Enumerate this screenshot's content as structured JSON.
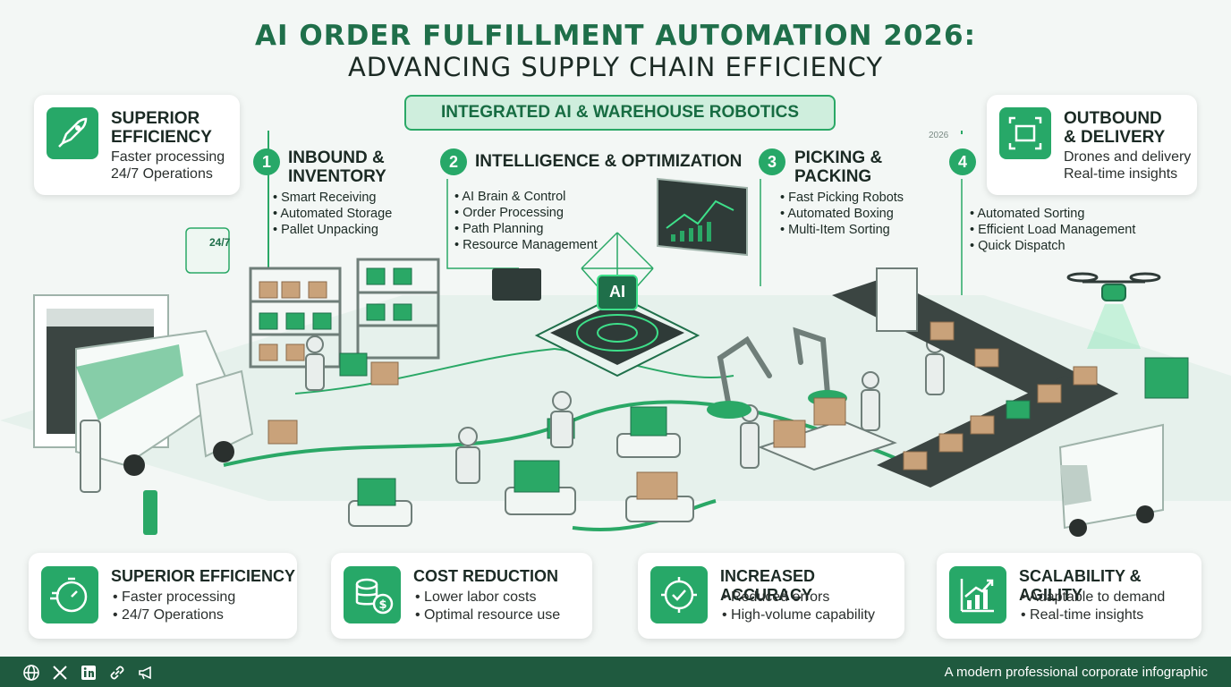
{
  "header": {
    "title_line1": "AI ORDER FULFILLMENT AUTOMATION 2026:",
    "title_line2": "ADVANCING SUPPLY CHAIN EFFICIENCY"
  },
  "banner": {
    "label": "INTEGRATED AI & WAREHOUSE ROBOTICS"
  },
  "top_left_card": {
    "title_line1": "SUPERIOR",
    "title_line2": "EFFICIENCY",
    "lines": [
      "Faster processing",
      "24/7 Operations"
    ],
    "icon": "rocket-icon"
  },
  "top_right_card": {
    "title_line1": "OUTBOUND",
    "title_line2": "& DELIVERY",
    "lines": [
      "Drones and delivery",
      "Real-time insights"
    ],
    "icon": "package-scan-icon"
  },
  "steps": [
    {
      "number": "1",
      "title_line1": "INBOUND &",
      "title_line2": "INVENTORY",
      "bullets": [
        "Smart Receiving",
        "Automated Storage",
        "Pallet Unpacking"
      ]
    },
    {
      "number": "2",
      "title_line1": "INTELLIGENCE & OPTIMIZATION",
      "title_line2": "",
      "bullets": [
        "AI Brain & Control",
        "Order Processing",
        "Path Planning",
        "Resource Management"
      ]
    },
    {
      "number": "3",
      "title_line1": "PICKING &",
      "title_line2": "PACKING",
      "bullets": [
        "Fast Picking Robots",
        "Automated Boxing",
        "Multi-Item Sorting"
      ]
    },
    {
      "number": "4",
      "title_line1": "",
      "title_line2": "",
      "bullets": [
        "Automated Sorting",
        "Efficient Load Management",
        "Quick Dispatch"
      ]
    }
  ],
  "scene": {
    "ai_chip_label": "AI",
    "year_tag": "2026",
    "screen_tag": "24/7"
  },
  "benefits": [
    {
      "title": "SUPERIOR EFFICIENCY",
      "items": [
        "Faster processing",
        "24/7 Operations"
      ],
      "icon": "stopwatch-icon"
    },
    {
      "title": "COST REDUCTION",
      "items": [
        "Lower labor costs",
        "Optimal resource use"
      ],
      "icon": "coins-icon"
    },
    {
      "title": "INCREASED ACCURACY",
      "items": [
        "Reduced errors",
        "High-volume capability"
      ],
      "icon": "target-check-icon"
    },
    {
      "title": "SCALABILITY & AGILITY",
      "items": [
        "Adaptable to demand",
        "Real-time insights"
      ],
      "icon": "growth-chart-icon"
    }
  ],
  "footer": {
    "caption": "A modern professional corporate infographic",
    "icons": [
      "globe-icon",
      "x-icon",
      "linkedin-icon",
      "link-icon",
      "megaphone-icon"
    ]
  },
  "colors": {
    "accent": "#27a868",
    "dark_green": "#1f5a3f",
    "title_green": "#1f6f4a",
    "background": "#f3f7f5"
  }
}
